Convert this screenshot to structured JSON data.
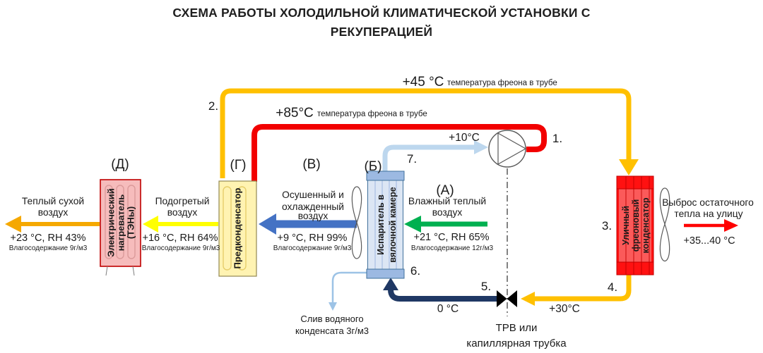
{
  "title": {
    "line1": "СХЕМА РАБОТЫ ХОЛОДИЛЬНОЙ КЛИМАТИЧЕСКОЙ УСТАНОВКИ  С",
    "line2": "РЕКУПЕРАЦИЕЙ"
  },
  "freon": {
    "discharge": {
      "num": "1.",
      "temp": "+85°C",
      "desc": "температура фреона в трубе"
    },
    "recuperated": {
      "num": "2.",
      "temp": "+45 °C",
      "desc": "температура фреона в трубе"
    },
    "condenser_in": {
      "num": "3."
    },
    "liquid": {
      "num": "4.",
      "temp": "+30°C"
    },
    "expansion": {
      "num": "5.",
      "temp": "0 °C"
    },
    "evaporator_in": {
      "num": "6."
    },
    "suction": {
      "num": "7.",
      "temp": "+10°C"
    }
  },
  "valve": {
    "line1": "ТРВ или",
    "line2": "капиллярная трубка"
  },
  "blocks": {
    "heater": {
      "tag": "(Д)",
      "line1": "Электрический",
      "line2": "нагреватель",
      "line3": "(ТЭНы)"
    },
    "precondenser": {
      "tag": "(Г)",
      "name": "Предконденсатор"
    },
    "evaporator": {
      "tag": "(Б)",
      "line1": "Испаритель в",
      "line2": "вялочной камере"
    },
    "condenser": {
      "line1": "Уличный",
      "line2": "фреоновый",
      "line3": "конденсатор"
    }
  },
  "air": {
    "warm_dry": {
      "line1": "Теплый сухой",
      "line2": "воздух",
      "temp": "+23 °C, RH 43%",
      "moisture": "Влагосодержание 9г/м3"
    },
    "heated": {
      "line1": "Подогретый",
      "line2": "воздух",
      "temp": "+16 °C, RH 64%",
      "moisture": "Влагосодержание 9г/м3"
    },
    "dried": {
      "tag": "(В)",
      "line1": "Осушенный и",
      "line2": "охлажденный",
      "line3": "воздух",
      "temp": "+9 °C, RH 99%",
      "moisture": "Влагосодержание 9г/м3"
    },
    "humid": {
      "tag": "(А)",
      "line1": "Влажный теплый",
      "line2": "воздух",
      "temp": "+21 °C, RH 65%",
      "moisture": "Влагосодержание 12г/м3"
    },
    "exhaust": {
      "line1": "Выброс остаточного",
      "line2": "тепла на  улицу",
      "temp": "+35...40 °C"
    }
  },
  "drain": {
    "line1": "Слив водяного",
    "line2": "конденсата 3г/м3"
  },
  "colors": {
    "hot_gas_pipe": "#F20000",
    "recuperation_pipe": "#FFC000",
    "suction_pipe": "#BDD7EE",
    "expansion_pipe": "#1F3864",
    "warm_dry_arrow": "#F5A800",
    "heated_arrow": "#FFFF00",
    "dried_arrow": "#4472C4",
    "humid_arrow": "#00B050",
    "exhaust_arrow": "#FF0000",
    "heater_block": "#F6BCBC",
    "precondenser_block": "#FFF3B2",
    "evaporator_block": "#DCE6F4",
    "condenser_block": "#FF1111"
  }
}
